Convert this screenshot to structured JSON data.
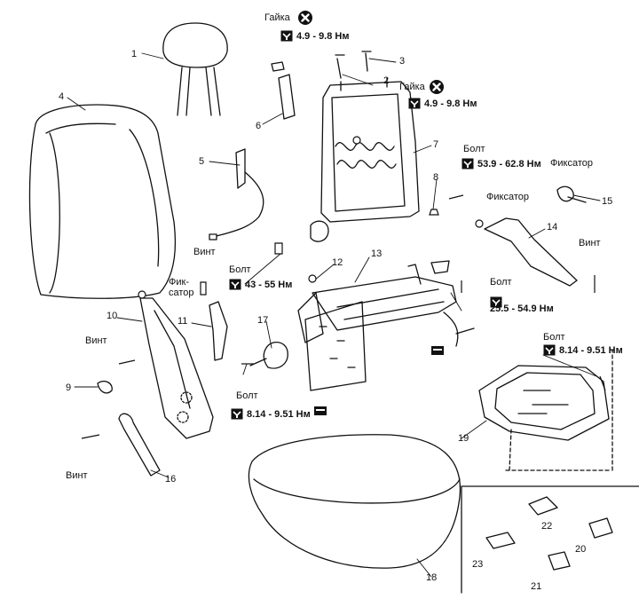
{
  "labels": {
    "nut": "Гайка",
    "bolt": "Болт",
    "screw": "Винт",
    "clip": "Фиксатор",
    "clip_split_1": "Фик-",
    "clip_split_2": "сатор"
  },
  "torques": {
    "t_4_9": "4.9 - 9.8 Нм",
    "t_53_9": "53.9 - 62.8 Нм",
    "t_43": "43 - 55 Нм",
    "t_25_5": "25.5 - 54.9 Нм",
    "t_8_14": "8.14 - 9.51 Нм"
  },
  "parts": [
    "1",
    "2",
    "3",
    "4",
    "5",
    "6",
    "7",
    "8",
    "9",
    "10",
    "11",
    "12",
    "13",
    "14",
    "15",
    "16",
    "17",
    "18",
    "19",
    "20",
    "21",
    "22",
    "23"
  ],
  "icons": {
    "wrench": "wrench-torque-icon",
    "no_reuse": "do-not-reuse-icon",
    "apply": "apply-grease-icon"
  }
}
